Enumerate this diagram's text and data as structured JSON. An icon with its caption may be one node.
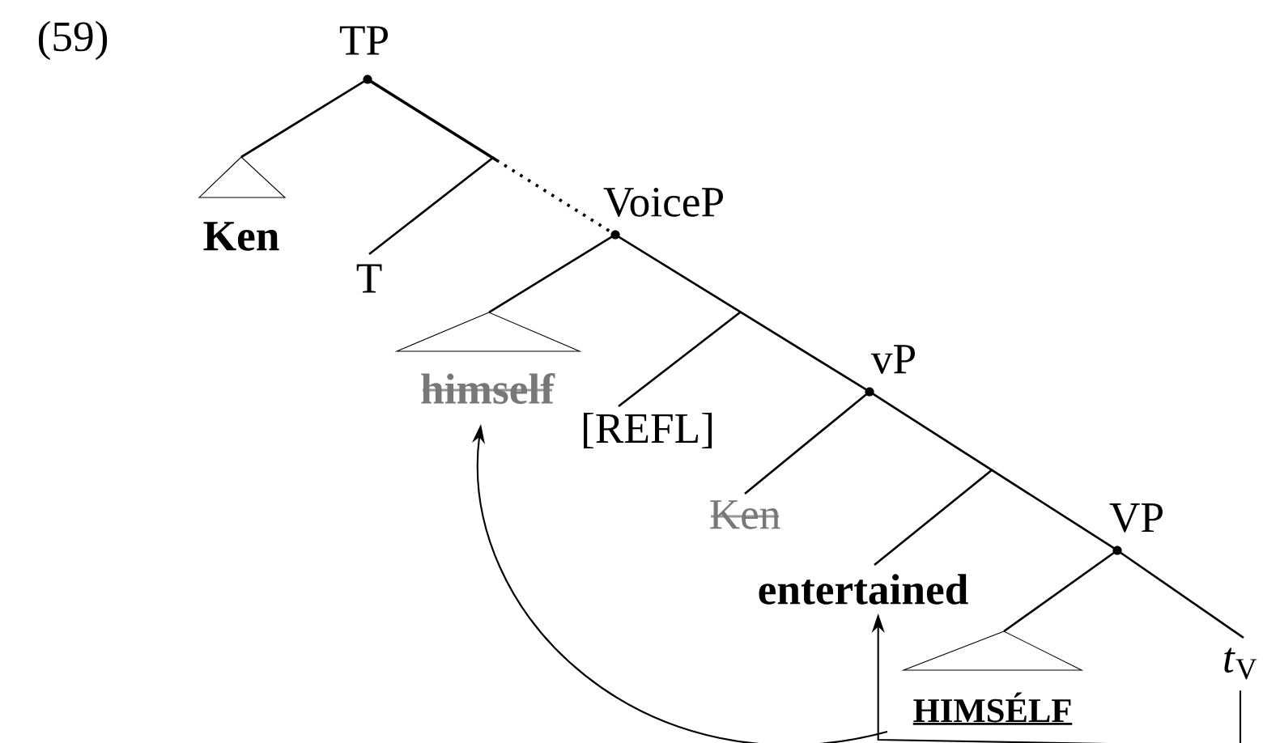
{
  "diagram": {
    "nodes": [
      {
        "text": [
          "TP"
        ]
      },
      {
        "text": [
          "Ken"
        ]
      },
      {
        "text": [
          "T"
        ]
      },
      {
        "text": [
          "VoiceP"
        ]
      },
      {
        "text": [
          "himself"
        ]
      },
      {
        "text": [
          "[REFL]"
        ]
      },
      {
        "text": [
          "vP"
        ]
      },
      {
        "text": [
          "Ken"
        ]
      },
      {
        "text": [
          "entertained"
        ]
      },
      {
        "text": [
          "VP"
        ]
      },
      {
        "text": [
          "HIMSÉLF"
        ]
      },
      {
        "text": [
          "*t*$_{V}$"
        ]
      }
    ],
    "edges": [
      {
        "from": 0,
        "to": 1,
        "arrow": "none"
      },
      {
        "from": 0,
        "to": 3,
        "arrow": "none",
        "style": "dashed"
      },
      {
        "from": 2,
        "to": null,
        "arrow": "none"
      },
      {
        "from": 3,
        "to": 4,
        "arrow": "none"
      },
      {
        "from": 3,
        "to": 6,
        "arrow": "none"
      },
      {
        "from": 5,
        "to": null,
        "arrow": "none"
      },
      {
        "from": 6,
        "to": 7,
        "arrow": "none"
      },
      {
        "from": 6,
        "to": 9,
        "arrow": "none"
      },
      {
        "from": 8,
        "to": null,
        "arrow": "none"
      },
      {
        "from": 9,
        "to": 10,
        "arrow": "none"
      },
      {
        "from": 9,
        "to": 11,
        "arrow": "none"
      },
      {
        "from": 11,
        "to": 8,
        "arrow": "to"
      },
      {
        "from": 10,
        "to": 4,
        "arrow": "to"
      }
    ],
    "labels": [
      "(59)"
    ]
  }
}
